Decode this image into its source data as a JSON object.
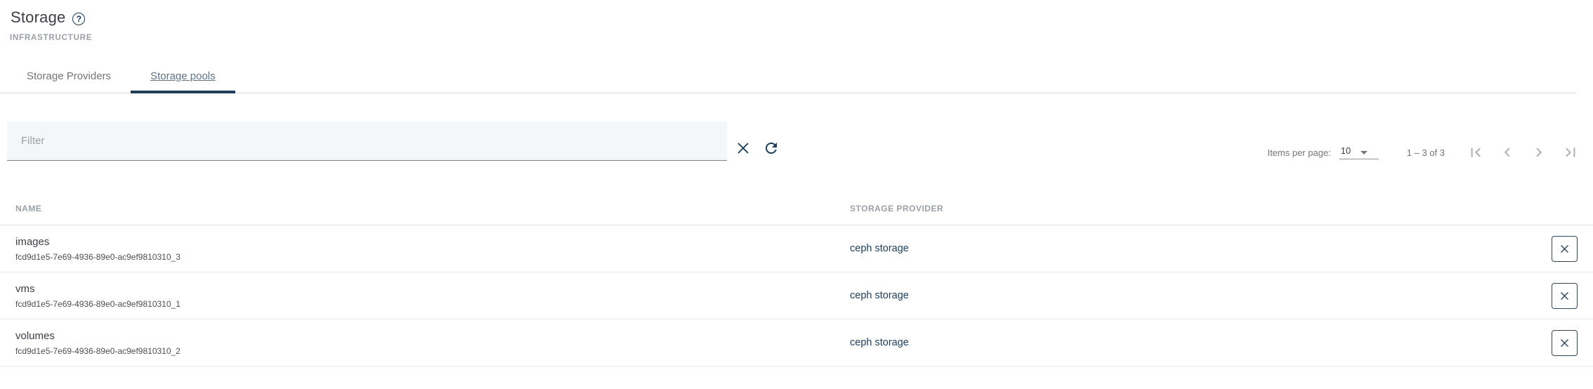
{
  "page": {
    "title": "Storage",
    "section_label": "INFRASTRUCTURE"
  },
  "tabs": [
    {
      "label": "Storage Providers",
      "active": false
    },
    {
      "label": "Storage pools",
      "active": true
    }
  ],
  "toolbar": {
    "filter_placeholder": "Filter",
    "filter_value": "",
    "icons": {
      "clear": "close-icon",
      "refresh": "refresh-icon"
    }
  },
  "paginator": {
    "items_per_page_label": "Items per page:",
    "page_size": "10",
    "range_label": "1 – 3 of 3",
    "icons": {
      "first": "first-page-icon",
      "previous": "chevron-left-icon",
      "next": "chevron-right-icon",
      "last": "last-page-icon"
    }
  },
  "table": {
    "columns": [
      "NAME",
      "STORAGE PROVIDER"
    ],
    "rows": [
      {
        "name": "images",
        "id": "fcd9d1e5-7e69-4936-89e0-ac9ef9810310_3",
        "provider": "ceph storage"
      },
      {
        "name": "vms",
        "id": "fcd9d1e5-7e69-4936-89e0-ac9ef9810310_1",
        "provider": "ceph storage"
      },
      {
        "name": "volumes",
        "id": "fcd9d1e5-7e69-4936-89e0-ac9ef9810310_2",
        "provider": "ceph storage"
      }
    ]
  },
  "colors": {
    "accent_navy": "#1d3d5c",
    "tab_active_text": "#5f7486",
    "muted_gray": "#9aa0a6",
    "filter_bg": "#f3f7f9",
    "disabled_icon": "#b3b3b3"
  }
}
